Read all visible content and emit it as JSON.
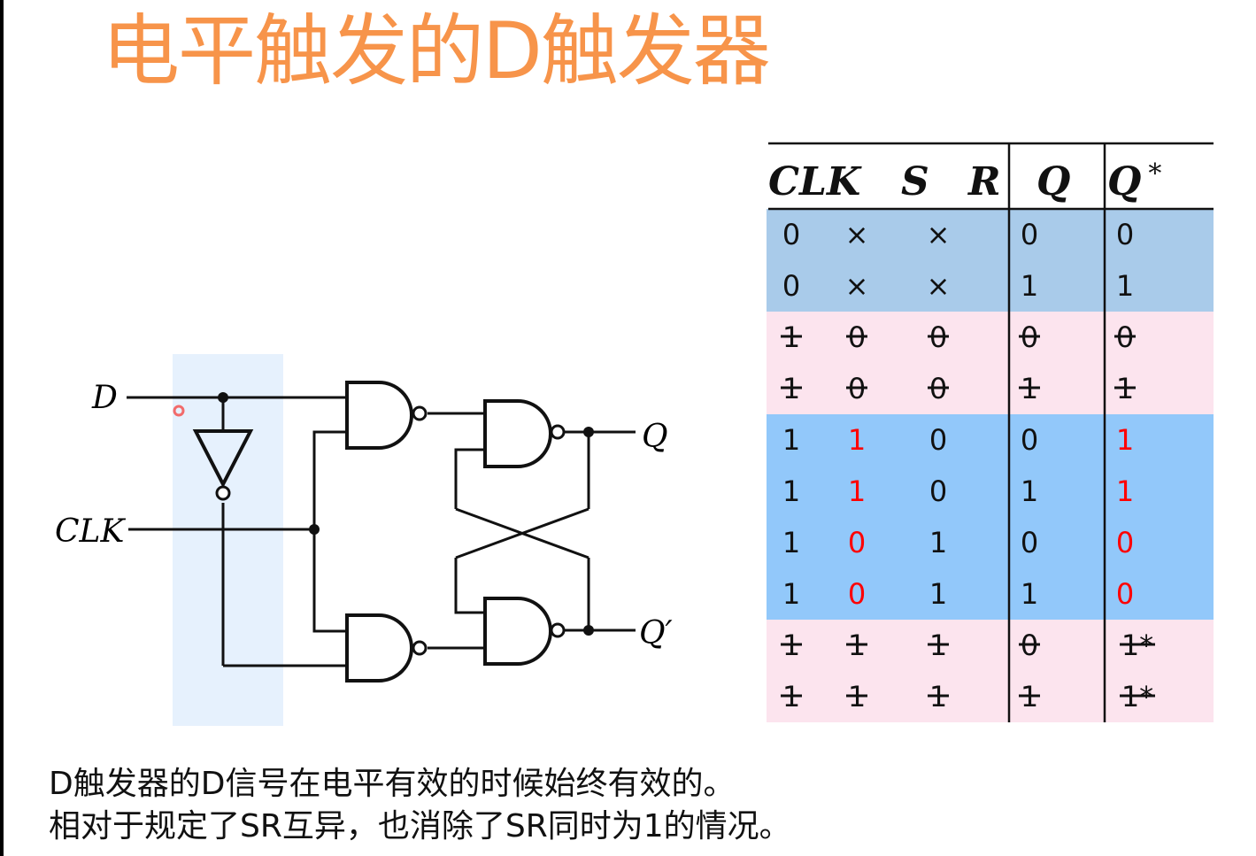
{
  "title": "电平触发的D触发器",
  "circuit": {
    "input_d": "D",
    "input_clk": "CLK",
    "output_q": "Q",
    "output_qn": "Q′"
  },
  "truth_table": {
    "headers": [
      "CLK",
      "S",
      "R",
      "Q",
      "Q*"
    ],
    "groups": [
      {
        "bg": "#A9CBEA",
        "rows": [
          [
            {
              "v": "0"
            },
            {
              "v": "×"
            },
            {
              "v": "×"
            },
            {
              "v": "0"
            },
            {
              "v": "0"
            }
          ],
          [
            {
              "v": "0"
            },
            {
              "v": "×"
            },
            {
              "v": "×"
            },
            {
              "v": "1"
            },
            {
              "v": "1"
            }
          ]
        ]
      },
      {
        "bg": "#FCE4EE",
        "rows": [
          [
            {
              "v": "1",
              "s": true
            },
            {
              "v": "0",
              "s": true
            },
            {
              "v": "0",
              "s": true
            },
            {
              "v": "0",
              "s": true
            },
            {
              "v": "0",
              "s": true
            }
          ],
          [
            {
              "v": "1",
              "s": true
            },
            {
              "v": "0",
              "s": true
            },
            {
              "v": "0",
              "s": true
            },
            {
              "v": "1",
              "s": true
            },
            {
              "v": "1",
              "s": true
            }
          ]
        ]
      },
      {
        "bg": "#92C8FA",
        "rows": [
          [
            {
              "v": "1"
            },
            {
              "v": "1",
              "r": true
            },
            {
              "v": "0"
            },
            {
              "v": "0"
            },
            {
              "v": "1",
              "r": true
            }
          ],
          [
            {
              "v": "1"
            },
            {
              "v": "1",
              "r": true
            },
            {
              "v": "0"
            },
            {
              "v": "1"
            },
            {
              "v": "1",
              "r": true
            }
          ],
          [
            {
              "v": "1"
            },
            {
              "v": "0",
              "r": true
            },
            {
              "v": "1"
            },
            {
              "v": "0"
            },
            {
              "v": "0",
              "r": true
            }
          ],
          [
            {
              "v": "1"
            },
            {
              "v": "0",
              "r": true
            },
            {
              "v": "1"
            },
            {
              "v": "1"
            },
            {
              "v": "0",
              "r": true
            }
          ]
        ]
      },
      {
        "bg": "#FCE4EE",
        "rows": [
          [
            {
              "v": "1",
              "s": true
            },
            {
              "v": "1",
              "s": true
            },
            {
              "v": "1",
              "s": true
            },
            {
              "v": "0",
              "s": true
            },
            {
              "v": "1*",
              "s": true
            }
          ],
          [
            {
              "v": "1",
              "s": true
            },
            {
              "v": "1",
              "s": true
            },
            {
              "v": "1",
              "s": true
            },
            {
              "v": "1",
              "s": true
            },
            {
              "v": "1*",
              "s": true
            }
          ]
        ]
      }
    ],
    "red_color": "#FF0000"
  },
  "caption": {
    "line1": "D触发器的D信号在电平有效的时候始终有效的。",
    "line2": "相对于规定了SR互异，也消除了SR同时为1的情况。"
  },
  "colors": {
    "title": "#F7944A",
    "highlight": "#E6F1FD",
    "cursor": "#F26B6B"
  }
}
